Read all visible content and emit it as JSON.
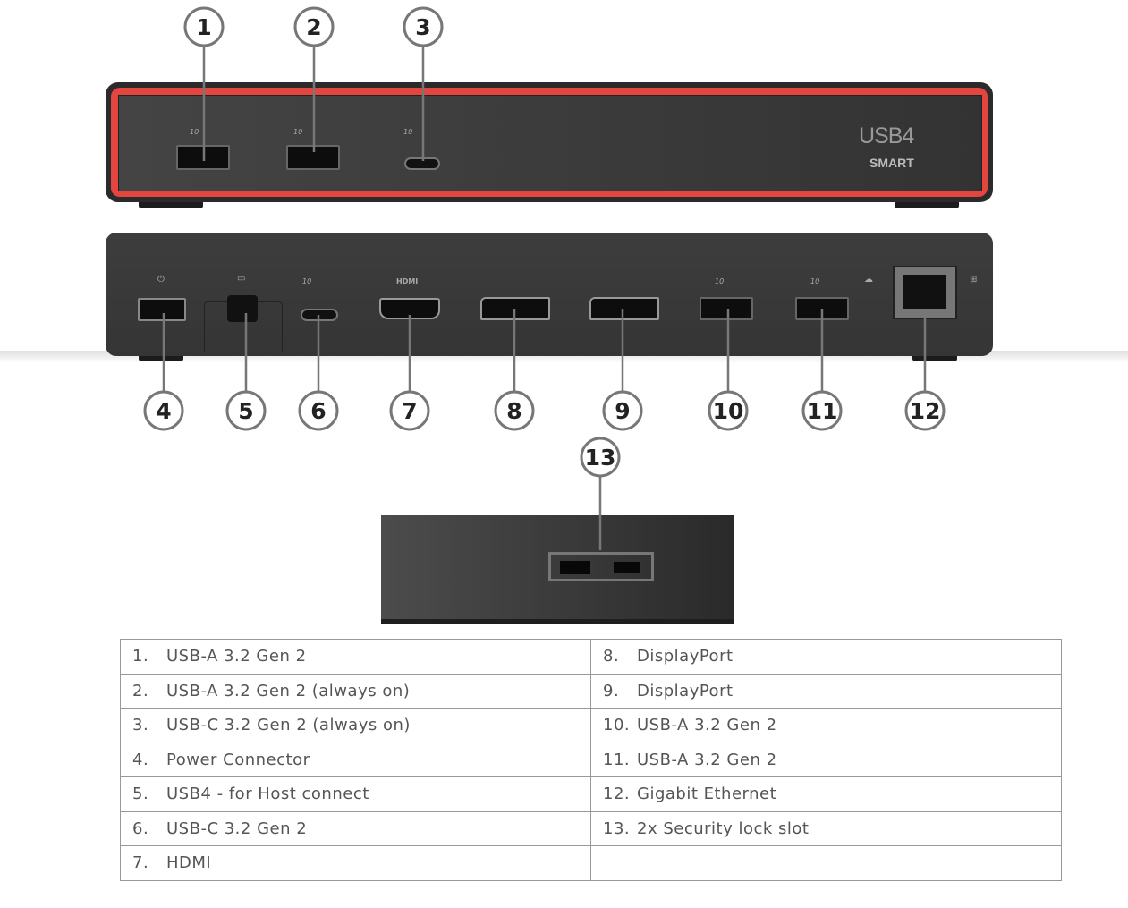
{
  "device": {
    "brand_line1": "USB4",
    "brand_line2": "SMART",
    "front_labels": [
      "10",
      "10",
      "10"
    ],
    "rear_labels": {
      "usbc": "10",
      "hdmi": "HDMI",
      "usba1": "10",
      "usba2": "10"
    }
  },
  "callouts": [
    "1",
    "2",
    "3",
    "4",
    "5",
    "6",
    "7",
    "8",
    "9",
    "10",
    "11",
    "12",
    "13"
  ],
  "colors": {
    "accent_red": "#e2463f",
    "body": "#3a3a3a",
    "callout": "#777777"
  },
  "legend": {
    "left": [
      {
        "num": "1.",
        "label": "USB-A 3.2 Gen 2"
      },
      {
        "num": "2.",
        "label": "USB-A 3.2 Gen 2 (always on)"
      },
      {
        "num": "3.",
        "label": "USB-C 3.2 Gen 2 (always on)"
      },
      {
        "num": "4.",
        "label": "Power Connector"
      },
      {
        "num": "5.",
        "label": "USB4 - for Host connect"
      },
      {
        "num": "6.",
        "label": "USB-C 3.2 Gen 2"
      },
      {
        "num": "7.",
        "label": "HDMI"
      }
    ],
    "right": [
      {
        "num": "8.",
        "label": "DisplayPort"
      },
      {
        "num": "9.",
        "label": "DisplayPort"
      },
      {
        "num": "10.",
        "label": "USB-A 3.2 Gen 2"
      },
      {
        "num": "11.",
        "label": "USB-A 3.2 Gen 2"
      },
      {
        "num": "12.",
        "label": "Gigabit Ethernet"
      },
      {
        "num": "13.",
        "label": "2x Security lock slot"
      }
    ]
  }
}
